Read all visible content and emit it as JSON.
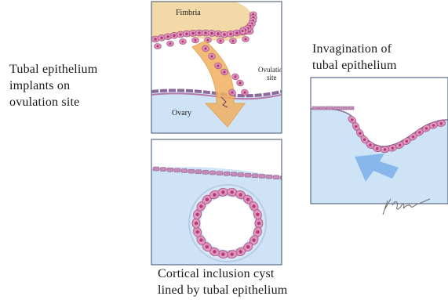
{
  "captions": {
    "left": [
      "Tubal epithelium",
      "implants on",
      "ovulation site"
    ],
    "right": [
      "Invagination of",
      "tubal epithelium"
    ],
    "bottom": [
      "Cortical inclusion cyst",
      "lined by tubal epithelium"
    ]
  },
  "panel_labels": {
    "fimbria": "Fimbria",
    "ovulation_site_line1": "Ovulation",
    "ovulation_site_line2": "site",
    "ovary": "Ovary"
  },
  "colors": {
    "ovary_fill": "#cfe3f6",
    "epithelium_cell": "#d98ab4",
    "cell_nucleus": "#b23a7a",
    "fimbria_fill": "#f3d9a8",
    "arrow_orange": "#f0b060",
    "arrow_blue": "#7fb2ea",
    "panel_border": "#5a6a86"
  }
}
